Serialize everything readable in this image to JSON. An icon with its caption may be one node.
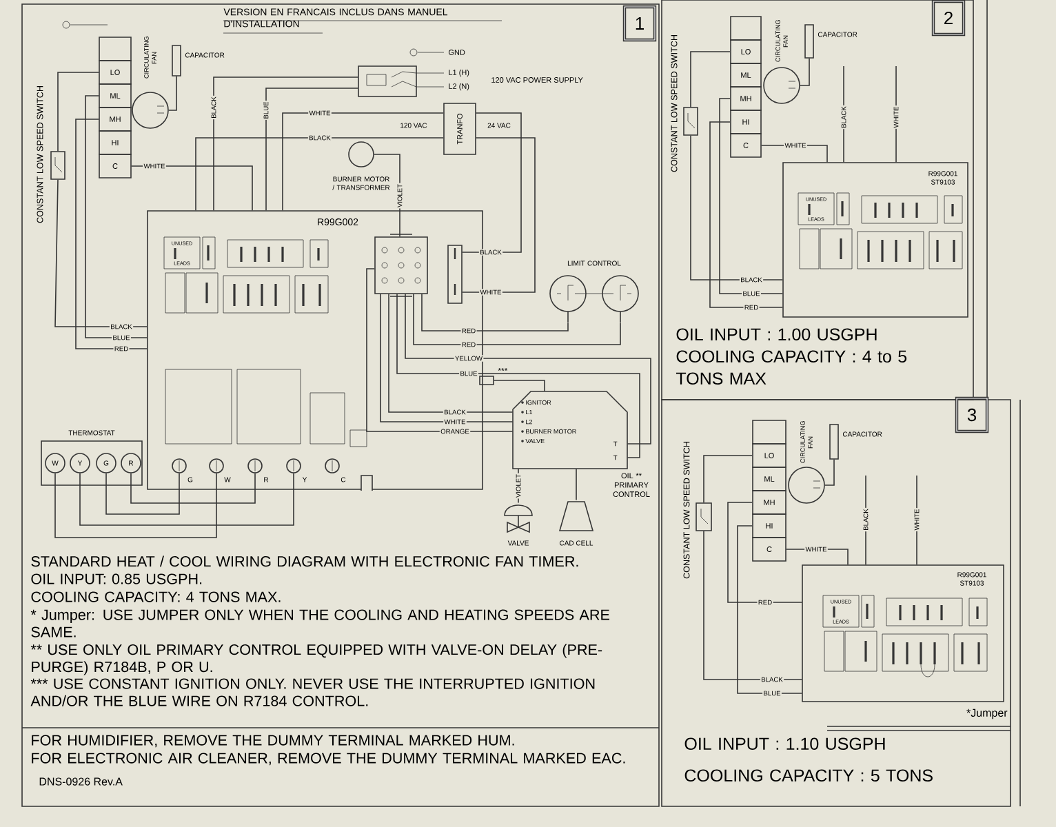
{
  "diagram": {
    "nodes": [
      {
        "text": [],
        "shape": "box"
      },
      {
        "text": [
          "LO"
        ]
      },
      {
        "text": [
          "ML"
        ]
      },
      {
        "text": [
          "MH"
        ]
      },
      {
        "text": [
          "HI"
        ]
      },
      {
        "text": [
          "C"
        ]
      },
      {
        "text": [
          "CIRCULATING FAN"
        ]
      },
      {
        "text": [
          "CAPACITOR"
        ]
      },
      {
        "text": [
          "CONSTANT LOW SPEED SWITCH"
        ]
      },
      {
        "text": [],
        "shape": "box"
      },
      {
        "text": [
          "TRANFO"
        ]
      },
      {
        "text": [
          "BURNER MOTOR / TRANSFORMER"
        ]
      },
      {
        "text": [
          "R99G002"
        ]
      },
      {
        "text": [],
        "shape": "box",
        "in": 12
      },
      {
        "text": [],
        "shape": "box",
        "in": 12
      },
      {
        "text": [
          "G"
        ],
        "in": 12
      },
      {
        "text": [
          "W"
        ],
        "in": 12
      },
      {
        "text": [
          "R"
        ],
        "in": 12
      },
      {
        "text": [
          "Y"
        ],
        "in": 12
      },
      {
        "text": [
          "C"
        ],
        "in": 12
      },
      {
        "text": [
          "THERMOSTAT"
        ]
      },
      {
        "text": [
          "W"
        ],
        "in": 20
      },
      {
        "text": [
          "Y"
        ],
        "in": 20
      },
      {
        "text": [
          "G"
        ],
        "in": 20
      },
      {
        "text": [
          "R"
        ],
        "in": 20
      },
      {
        "text": [
          "LIMIT CONTROL"
        ]
      },
      {
        "text": [
          "IGNITOR",
          "L1",
          "L2",
          "BURNER MOTOR",
          "VALVE",
          "T",
          "T",
          "OIL ** PRIMARY CONTROL"
        ]
      },
      {
        "text": [],
        "shape": "box",
        "beside": [
          "***"
        ]
      },
      {
        "text": [
          "VALVE"
        ]
      },
      {
        "text": [
          "CAD CELL"
        ]
      },
      {
        "text": [],
        "shape": "box"
      },
      {
        "text": [
          "LO"
        ]
      },
      {
        "text": [
          "ML"
        ]
      },
      {
        "text": [
          "MH"
        ]
      },
      {
        "text": [
          "HI"
        ]
      },
      {
        "text": [
          "C"
        ]
      },
      {
        "text": [
          "CIRCULATING FAN"
        ]
      },
      {
        "text": [
          "CAPACITOR"
        ]
      },
      {
        "text": [
          "CONSTANT LOW SPEED SWITCH"
        ]
      },
      {
        "text": [
          "R99G001 ST9103"
        ]
      },
      {
        "text": [],
        "shape": "box"
      },
      {
        "text": [
          "LO"
        ]
      },
      {
        "text": [
          "ML"
        ]
      },
      {
        "text": [
          "MH"
        ]
      },
      {
        "text": [
          "HI"
        ]
      },
      {
        "text": [
          "C"
        ]
      },
      {
        "text": [
          "CIRCULATING FAN"
        ]
      },
      {
        "text": [
          "CAPACITOR"
        ]
      },
      {
        "text": [
          "CONSTANT LOW SPEED SWITCH"
        ]
      },
      {
        "text": [
          "R99G001 ST9103"
        ]
      }
    ],
    "edges": [
      {
        "from": 12,
        "to": 8,
        "arrow": "none",
        "label": "BLACK"
      },
      {
        "from": 12,
        "to": 2,
        "arrow": "none",
        "label": "BLUE"
      },
      {
        "from": 12,
        "to": 3,
        "arrow": "none",
        "label": "RED"
      },
      {
        "from": 8,
        "to": 1,
        "arrow": "none"
      },
      {
        "from": 5,
        "to": 12,
        "arrow": "none",
        "label": "WHITE"
      },
      {
        "from": 12,
        "to": 9,
        "arrow": "none",
        "label": "BLACK"
      },
      {
        "from": 12,
        "to": 9,
        "arrow": "none",
        "label": "BLUE"
      },
      {
        "from": 12,
        "to": 10,
        "arrow": "none",
        "label": "WHITE"
      },
      {
        "from": 12,
        "to": 10,
        "arrow": "none",
        "label": "BLACK"
      },
      {
        "from": 10,
        "to": 14,
        "arrow": "none",
        "label": "BLACK"
      },
      {
        "from": 10,
        "to": 14,
        "arrow": "none",
        "label": "WHITE"
      },
      {
        "from": 11,
        "to": 13,
        "arrow": "none",
        "label": "VIOLET"
      },
      {
        "from": 13,
        "to": 25,
        "arrow": "none",
        "label": "RED"
      },
      {
        "from": 25,
        "to": 13,
        "arrow": "none",
        "label": "RED"
      },
      {
        "from": 13,
        "to": 26,
        "arrow": "none",
        "label": "YELLOW"
      },
      {
        "from": 13,
        "to": 26,
        "arrow": "none",
        "label": "BLUE"
      },
      {
        "from": 13,
        "to": 26,
        "arrow": "none",
        "label": "BLACK"
      },
      {
        "from": 13,
        "to": 26,
        "arrow": "none",
        "label": "WHITE"
      },
      {
        "from": 13,
        "to": 26,
        "arrow": "none",
        "label": "ORANGE"
      },
      {
        "from": 26,
        "to": 28,
        "arrow": "none",
        "label": "VIOLET"
      },
      {
        "from": 26,
        "to": 29,
        "arrow": "none"
      },
      {
        "from": 27,
        "to": 26,
        "arrow": "none"
      },
      {
        "from": 6,
        "to": 7,
        "arrow": "none"
      },
      {
        "from": 21,
        "to": 16,
        "arrow": "none"
      },
      {
        "from": 22,
        "to": 18,
        "arrow": "none"
      },
      {
        "from": 23,
        "to": 15,
        "arrow": "none"
      },
      {
        "from": 24,
        "to": 17,
        "arrow": "none"
      },
      {
        "from": 39,
        "to": 38,
        "arrow": "none",
        "label": "BLACK"
      },
      {
        "from": 39,
        "to": 33,
        "arrow": "none",
        "label": "BLUE"
      },
      {
        "from": 39,
        "to": 34,
        "arrow": "none",
        "label": "RED"
      },
      {
        "from": 38,
        "to": 31,
        "arrow": "none"
      },
      {
        "from": 35,
        "to": 39,
        "arrow": "none",
        "label": "WHITE"
      },
      {
        "from": 39,
        "to": null,
        "arrow": "none",
        "label": "BLACK"
      },
      {
        "from": 39,
        "to": null,
        "arrow": "none",
        "label": "WHITE"
      },
      {
        "from": 36,
        "to": 37,
        "arrow": "none"
      },
      {
        "from": 49,
        "to": 48,
        "arrow": "none",
        "label": "BLACK"
      },
      {
        "from": 49,
        "to": 44,
        "arrow": "none",
        "label": "BLUE"
      },
      {
        "from": 43,
        "to": 49,
        "arrow": "none",
        "label": "RED"
      },
      {
        "from": 48,
        "to": 41,
        "arrow": "none"
      },
      {
        "from": 45,
        "to": 49,
        "arrow": "none",
        "label": "WHITE"
      },
      {
        "from": 49,
        "to": null,
        "arrow": "none",
        "label": "BLACK"
      },
      {
        "from": 49,
        "to": null,
        "arrow": "none",
        "label": "WHITE"
      },
      {
        "from": 46,
        "to": 47,
        "arrow": "none"
      }
    ],
    "labels": [
      "VERSION EN FRANCAIS INCLUS DANS MANUEL D'INSTALLATION",
      "1",
      "GND",
      "L1 (H)",
      "L2 (N)",
      "120 VAC POWER SUPPLY",
      "120 VAC",
      "24 VAC",
      "UNUSED",
      "LEADS",
      "STANDARD HEAT / COOL WIRING DIAGRAM WITH ELECTRONIC FAN TIMER.",
      "OIL INPUT: 0.85 USGPH.",
      "COOLING CAPACITY:  4 TONS MAX.",
      "* Jumper: USE JUMPER ONLY WHEN THE COOLING AND HEATING SPEEDS ARE SAME.",
      "** USE ONLY OIL PRIMARY CONTROL EQUIPPED WITH VALVE-ON DELAY (PRE-PURGE) R7184B, P OR U.",
      "*** USE CONSTANT IGNITION ONLY. NEVER USE THE INTERRUPTED IGNITION AND/OR  THE BLUE WIRE ON R7184 CONTROL.",
      "FOR HUMIDIFIER, REMOVE THE DUMMY TERMINAL MARKED HUM.",
      "FOR ELECTRONIC AIR CLEANER, REMOVE THE DUMMY TERMINAL MARKED EAC.",
      "DNS-0926 Rev.A",
      "2",
      "UNUSED",
      "LEADS",
      "OIL INPUT : 1.00 USGPH",
      "COOLING CAPACITY : 4 to 5 TONS MAX",
      "3",
      "UNUSED",
      "LEADS",
      "*Jumper",
      "OIL INPUT : 1.10 USGPH",
      "COOLING CAPACITY : 5 TONS"
    ]
  }
}
